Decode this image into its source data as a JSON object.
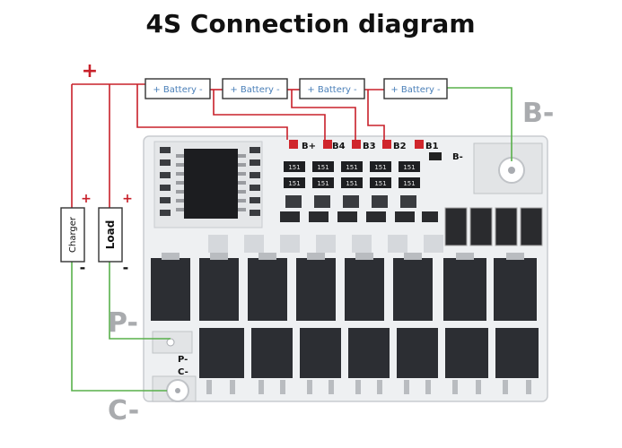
{
  "title": "4S Connection diagram",
  "batteries": [
    {
      "label": "+ Battery -"
    },
    {
      "label": "+ Battery -"
    },
    {
      "label": "+ Battery -"
    },
    {
      "label": "+ Battery -"
    }
  ],
  "terminals": {
    "plus_top": "+",
    "b_minus": "B-",
    "p_minus": "P-",
    "c_minus": "C-"
  },
  "charger": {
    "label": "Charger",
    "plus": "+",
    "minus": "-"
  },
  "load": {
    "label": "Load",
    "plus": "+",
    "minus": "-"
  },
  "board": {
    "pads": [
      "B+",
      "B4",
      "B3",
      "B2",
      "B1"
    ],
    "b_minus_pad": "B-",
    "p_minus_pad": "P-",
    "c_minus_pad": "C-",
    "chip_marking": "151"
  },
  "colors": {
    "red_wire": "#c8202a",
    "green_wire": "#58b04a",
    "board": "#eef0f2",
    "mosfet": "#2c2e33",
    "text": "#111111"
  }
}
